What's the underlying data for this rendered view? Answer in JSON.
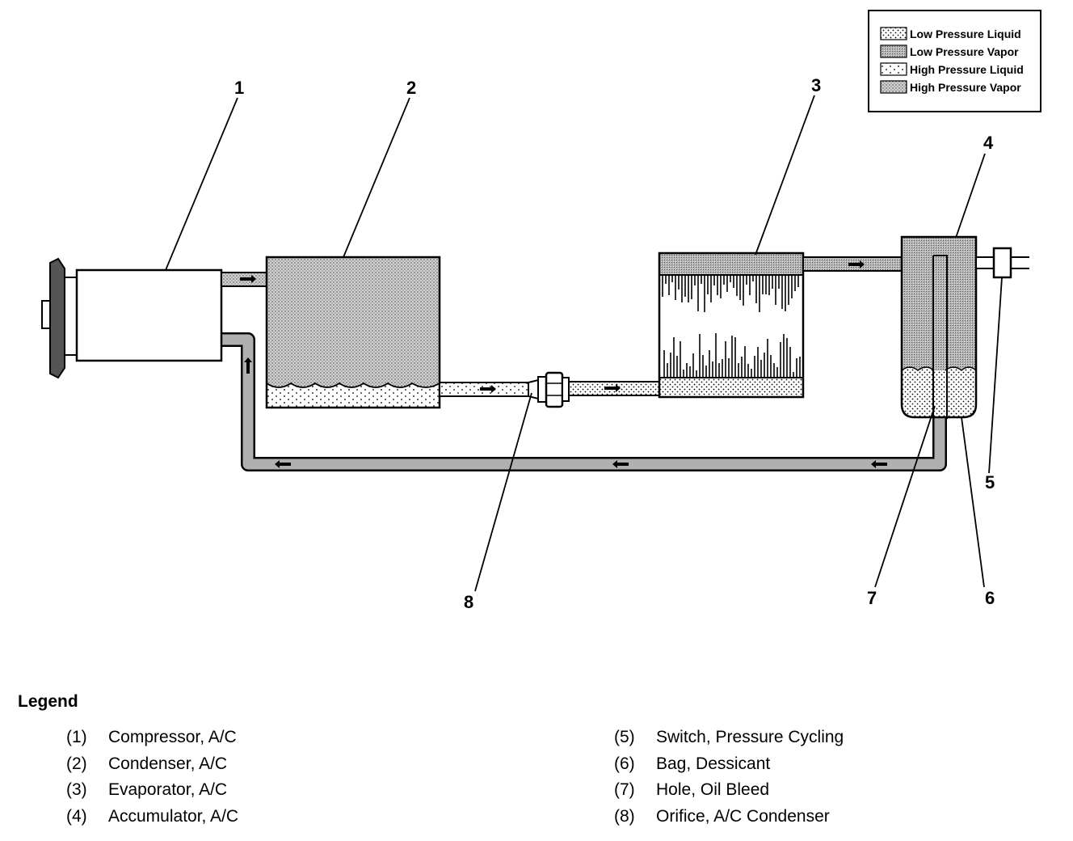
{
  "key": {
    "entries": [
      {
        "label": "Low Pressure Liquid",
        "pattern": "lp-liquid"
      },
      {
        "label": "Low Pressure Vapor",
        "pattern": "lp-vapor"
      },
      {
        "label": "High Pressure Liquid",
        "pattern": "hp-liquid"
      },
      {
        "label": "High Pressure Vapor",
        "pattern": "hp-vapor"
      }
    ]
  },
  "callouts": [
    "1",
    "2",
    "3",
    "4",
    "5",
    "6",
    "7",
    "8"
  ],
  "legend": {
    "heading": "Legend",
    "left": [
      {
        "num": "(1)",
        "text": "Compressor, A/C"
      },
      {
        "num": "(2)",
        "text": "Condenser, A/C"
      },
      {
        "num": "(3)",
        "text": "Evaporator, A/C"
      },
      {
        "num": "(4)",
        "text": "Accumulator, A/C"
      }
    ],
    "right": [
      {
        "num": "(5)",
        "text": "Switch, Pressure Cycling"
      },
      {
        "num": "(6)",
        "text": "Bag, Dessicant"
      },
      {
        "num": "(7)",
        "text": "Hole, Oil Bleed"
      },
      {
        "num": "(8)",
        "text": "Orifice, A/C Condenser"
      }
    ]
  }
}
